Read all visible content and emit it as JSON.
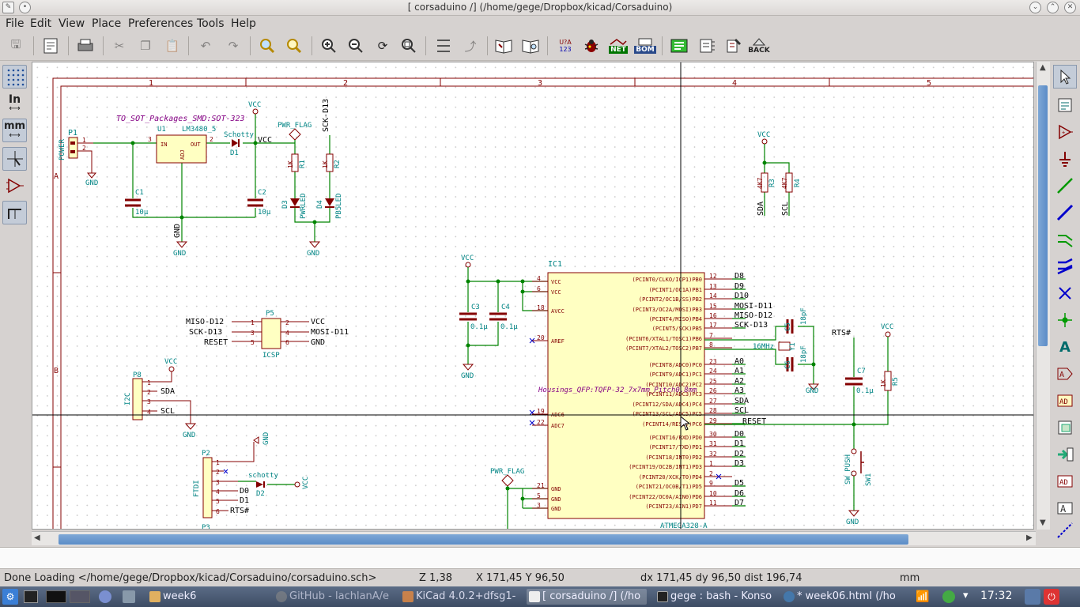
{
  "window": {
    "title": "[ corsaduino /] (/home/gege/Dropbox/kicad/Corsaduino)"
  },
  "menu": [
    "File",
    "Edit",
    "View",
    "Place",
    "Preferences",
    "Tools",
    "Help"
  ],
  "toolbar": {
    "net_label": "NET",
    "bom_label": "BOM",
    "back_label": "BACK",
    "annotate_label": "U?A\n123"
  },
  "left_tools": {
    "units_in": "In",
    "units_mm": "mm"
  },
  "schematic": {
    "border_cols": [
      "1",
      "2",
      "3",
      "4",
      "5"
    ],
    "border_rows": [
      "A",
      "B"
    ],
    "footprint_label": "TO_SOT_Packages_SMD:SOT-323",
    "regulator": {
      "ref": "U1",
      "value": "LM3480_5",
      "pin_in": "IN",
      "pin_out": "OUT",
      "pin_adj": "ADJ"
    },
    "power": {
      "ref": "P1",
      "name": "POWER",
      "pins": [
        "1",
        "2"
      ]
    },
    "caps": [
      {
        "ref": "C1",
        "value": "10μ"
      },
      {
        "ref": "C2",
        "value": "10μ"
      },
      {
        "ref": "C3",
        "value": "0.1μ"
      },
      {
        "ref": "C4",
        "value": "0.1μ"
      },
      {
        "ref": "C5",
        "value": "18pF"
      },
      {
        "ref": "C6",
        "value": "18pF"
      },
      {
        "ref": "C7",
        "value": "0.1μ"
      }
    ],
    "diodes": [
      {
        "ref": "D1",
        "value": "Schotty"
      },
      {
        "ref": "D2",
        "value": "schotty"
      }
    ],
    "leds": [
      {
        "ref": "D3",
        "value": "PWRLED"
      },
      {
        "ref": "D4",
        "value": "PB5LED"
      }
    ],
    "resistors": [
      {
        "ref": "R1",
        "value": "1K"
      },
      {
        "ref": "R2",
        "value": "1K"
      },
      {
        "ref": "R3",
        "value": "4K7"
      },
      {
        "ref": "R4",
        "value": "4K7"
      },
      {
        "ref": "R5",
        "value": "1K"
      }
    ],
    "nets": {
      "vcc": "VCC",
      "gnd": "GND",
      "pwr_flag": "PWR_FLAG",
      "sck_d13": "SCK-D13",
      "sda": "SDA",
      "scl": "SCL",
      "rts": "RTS#",
      "reset": "RESET"
    },
    "icsp": {
      "ref": "P5",
      "name": "ICSP",
      "left_labels": [
        "MISO-D12",
        "SCK-D13",
        "RESET"
      ],
      "right_labels": [
        "VCC",
        "MOSI-D11",
        "GND"
      ],
      "pins_left": [
        "1",
        "3",
        "5"
      ],
      "pins_right": [
        "2",
        "4",
        "6"
      ]
    },
    "i2c": {
      "ref": "P8",
      "name": "I2C",
      "labels": [
        "VCC",
        "SDA",
        "GND",
        "SCL"
      ],
      "pins": [
        "1",
        "2",
        "3",
        "4"
      ]
    },
    "ftdi": {
      "ref": "P2",
      "name": "FTDI",
      "foot": "P3",
      "pins": [
        "1",
        "2",
        "3",
        "4",
        "5",
        "6"
      ],
      "labels": [
        "D0",
        "D1",
        "RTS#"
      ]
    },
    "mcu": {
      "ref": "IC1",
      "value": "ATMEGA328-A",
      "package": "Housings_QFP:TQFP-32_7x7mm_Pitch0.8mm",
      "left_pins": [
        {
          "n": "4",
          "name": "VCC"
        },
        {
          "n": "6",
          "name": "VCC"
        },
        {
          "n": "18",
          "name": "AVCC"
        },
        {
          "n": "20",
          "name": "AREF"
        },
        {
          "n": "19",
          "name": "ADC6"
        },
        {
          "n": "22",
          "name": "ADC7"
        },
        {
          "n": "21",
          "name": "GND"
        },
        {
          "n": "5",
          "name": "GND"
        },
        {
          "n": "3",
          "name": "GND"
        }
      ],
      "right_pins": [
        {
          "n": "12",
          "name": "(PCINT0/CLKO/ICP1)PB0",
          "net": "D8"
        },
        {
          "n": "13",
          "name": "(PCINT1/OC1A)PB1",
          "net": "D9"
        },
        {
          "n": "14",
          "name": "(PCINT2/OC1B/SS)PB2",
          "net": "D10"
        },
        {
          "n": "15",
          "name": "(PCINT3/OC2A/MOSI)PB3",
          "net": "MOSI-D11"
        },
        {
          "n": "16",
          "name": "(PCINT4/MISO)PB4",
          "net": "MISO-D12"
        },
        {
          "n": "17",
          "name": "(PCINT5/SCK)PB5",
          "net": "SCK-D13"
        },
        {
          "n": "7",
          "name": "(PCINT6/XTAL1/TOSC1)PB6",
          "net": ""
        },
        {
          "n": "8",
          "name": "(PCINT7/XTAL2/TOSC2)PB7",
          "net": ""
        },
        {
          "n": "23",
          "name": "(PCINT8/ADC0)PC0",
          "net": "A0"
        },
        {
          "n": "24",
          "name": "(PCINT9/ADC1)PC1",
          "net": "A1"
        },
        {
          "n": "25",
          "name": "(PCINT10/ADC2)PC2",
          "net": "A2"
        },
        {
          "n": "26",
          "name": "(PCINT11/ADC3)PC3",
          "net": "A3"
        },
        {
          "n": "27",
          "name": "(PCINT12/SDA/ADC4)PC4",
          "net": "SDA"
        },
        {
          "n": "28",
          "name": "(PCINT13/SCL/ADC5)PC5",
          "net": "SCL"
        },
        {
          "n": "29",
          "name": "(PCINT14/RESET)PC6",
          "net": "RESET"
        },
        {
          "n": "30",
          "name": "(PCINT16/RXD)PD0",
          "net": "D0"
        },
        {
          "n": "31",
          "name": "(PCINT17/TXD)PD1",
          "net": "D1"
        },
        {
          "n": "32",
          "name": "(PCINT18/INT0)PD2",
          "net": "D2"
        },
        {
          "n": "1",
          "name": "(PCINT19/OC2B/INT1)PD3",
          "net": "D3"
        },
        {
          "n": "2",
          "name": "(PCINT20/XCK/T0)PD4",
          "net": ""
        },
        {
          "n": "9",
          "name": "(PCINT21/OC0B/T1)PD5",
          "net": "D5"
        },
        {
          "n": "10",
          "name": "(PCINT22/OC0A/AIN0)PD6",
          "net": "D6"
        },
        {
          "n": "11",
          "name": "(PCINT23/AIN1)PD7",
          "net": "D7"
        }
      ]
    },
    "crystal": {
      "ref": "Y1",
      "value": "16MHz"
    },
    "switch": {
      "ref": "SW1",
      "value": "SW_PUSH"
    }
  },
  "status": {
    "message": "Done Loading </home/gege/Dropbox/kicad/Corsaduino/corsaduino.sch>",
    "zoom": "Z 1,38",
    "xy": "X 171,45  Y 96,50",
    "dxy": "dx 171,45  dy 96,50  dist 196,74",
    "units": "mm"
  },
  "taskbar": {
    "tasks": [
      "week6",
      "GitHub - lachlanA/e",
      "KiCad 4.0.2+dfsg1-",
      "[ corsaduino /] (/ho",
      "gege : bash - Konso",
      "* week06.html (/ho"
    ],
    "clock": "17:32"
  },
  "colors": {
    "wire": "#008400",
    "component": "#840000",
    "label": "#006b6b",
    "body_fill": "#ffffc2",
    "ref": "#008484",
    "sheet_border": "#840000"
  }
}
